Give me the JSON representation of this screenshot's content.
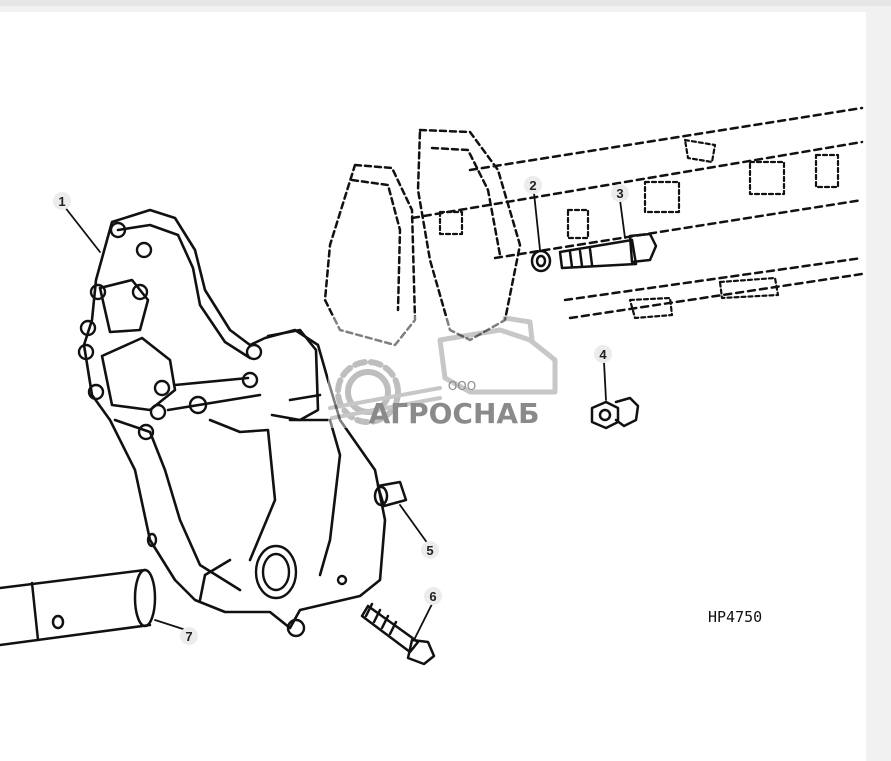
{
  "figure_code": "HP4750",
  "callouts": [
    {
      "label": "1"
    },
    {
      "label": "2"
    },
    {
      "label": "3"
    },
    {
      "label": "4"
    },
    {
      "label": "5"
    },
    {
      "label": "6"
    },
    {
      "label": "7"
    }
  ],
  "watermark": {
    "prefix": "ООО",
    "name": "АГРОСНАБ"
  },
  "colors": {
    "line": "#111111",
    "watermark": "#9a9a9a",
    "background": "#ffffff"
  }
}
